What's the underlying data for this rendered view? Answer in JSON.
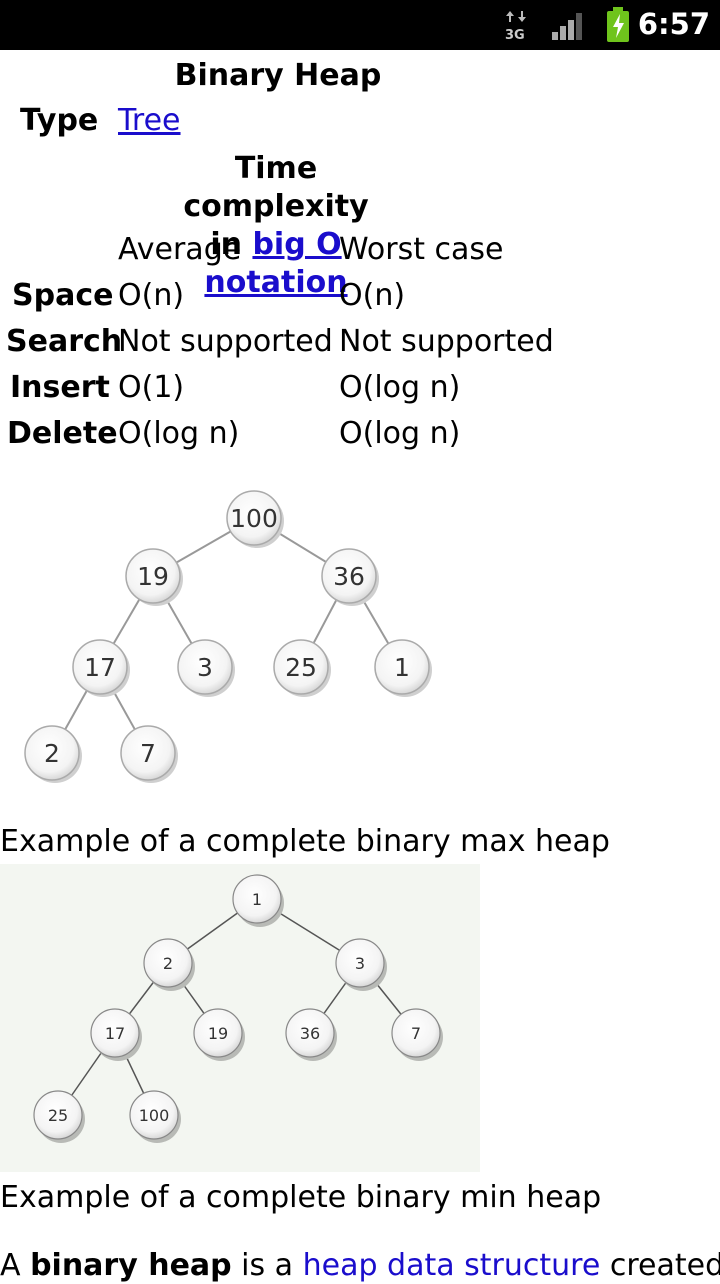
{
  "status_bar": {
    "time": "6:57",
    "network_label": "3G",
    "icons": [
      "data-activity-icon",
      "signal-strength-icon",
      "battery-charging-icon"
    ],
    "battery_color": "#6fc41c"
  },
  "infobox": {
    "title": "Binary Heap",
    "type_label": "Type",
    "type_value": "Tree",
    "complexity_heading_line1": "Time complexity",
    "complexity_heading_prefix": "in",
    "complexity_heading_link": "big O notation",
    "columns": [
      "Average",
      "Worst case"
    ],
    "rows": [
      {
        "label": "Space",
        "average": "O(n)",
        "worst": "O(n)"
      },
      {
        "label": "Search",
        "average": "Not supported",
        "worst": "Not supported"
      },
      {
        "label": "Insert",
        "average": "O(1)",
        "worst": "O(log n)"
      },
      {
        "label": "Delete",
        "average": "O(log n)",
        "worst": "O(log n)"
      }
    ]
  },
  "figures": [
    {
      "caption": "Example of a complete binary max heap",
      "nodes": [
        "100",
        "19",
        "36",
        "17",
        "3",
        "25",
        "1",
        "2",
        "7"
      ]
    },
    {
      "caption": "Example of a complete binary min heap",
      "nodes": [
        "1",
        "2",
        "3",
        "17",
        "19",
        "36",
        "7",
        "25",
        "100"
      ]
    }
  ],
  "paragraph": {
    "prefix": "A ",
    "bold": "binary heap",
    "middle": " is a ",
    "link": "heap data structure",
    "suffix": " created"
  },
  "colors": {
    "link": "#1a0dcc",
    "status_bar_bg": "#000000",
    "min_heap_bg": "#f3f6f1"
  }
}
